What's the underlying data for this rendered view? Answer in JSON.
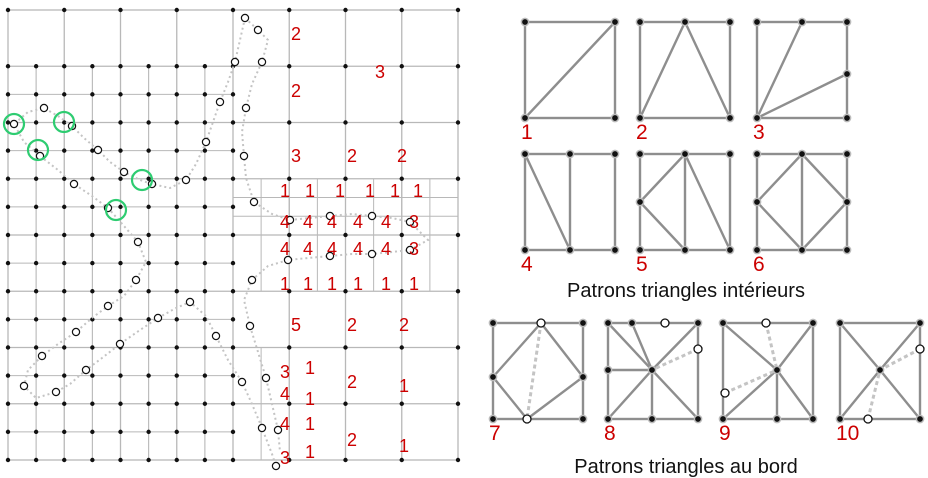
{
  "colors": {
    "grid": "#b8b8b8",
    "pattern_edge": "#8e8e8e",
    "dashed": "#c4c4c4",
    "node": "#111111",
    "label_red": "#cc0000",
    "highlight": "#2ecc71"
  },
  "quadtree": {
    "cell_labels": [
      "2",
      "3",
      "2",
      "3",
      "2",
      "2",
      "1",
      "1",
      "1",
      "1",
      "1",
      "1",
      "4",
      "4",
      "4",
      "4",
      "4",
      "3",
      "4",
      "4",
      "4",
      "4",
      "4",
      "3",
      "1",
      "1",
      "1",
      "1",
      "1",
      "1",
      "5",
      "2",
      "2",
      "3",
      "1",
      "2",
      "1",
      "4",
      "1",
      "4",
      "1",
      "2",
      "1",
      "3",
      "1"
    ]
  },
  "captions": {
    "interior": "Patrons triangles intérieurs",
    "boundary": "Patrons triangles au bord"
  },
  "patterns": [
    {
      "label": "1"
    },
    {
      "label": "2"
    },
    {
      "label": "3"
    },
    {
      "label": "4"
    },
    {
      "label": "5"
    },
    {
      "label": "6"
    },
    {
      "label": "7"
    },
    {
      "label": "8"
    },
    {
      "label": "9"
    },
    {
      "label": "10"
    }
  ]
}
